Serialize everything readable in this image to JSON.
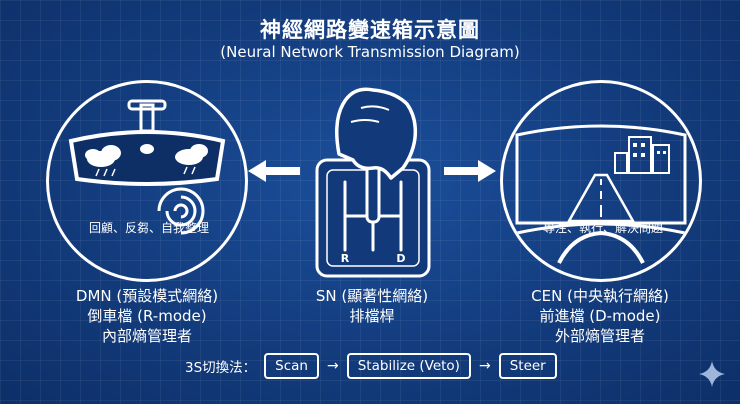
{
  "header": {
    "title": "神經網路變速箱示意圖",
    "subtitle": "(Neural Network Transmission Diagram)"
  },
  "left_panel": {
    "caption": "回顧、反芻、自我整理",
    "name": "DMN (預設模式網絡)",
    "line2": "倒車檔 (R-mode)",
    "line3": "內部熵管理者"
  },
  "center_panel": {
    "gear_r": "R",
    "gear_d": "D",
    "name": "SN (顯著性網絡)",
    "line2": "排檔桿"
  },
  "right_panel": {
    "caption": "專注、執行、解決問題",
    "name": "CEN (中央執行網絡)",
    "line2": "前進檔 (D-mode)",
    "line3": "外部熵管理者"
  },
  "flow": {
    "label": "3S切換法：",
    "steps": [
      "Scan",
      "Stabilize (Veto)",
      "Steer"
    ]
  },
  "icons": {
    "left": "rearview-mirror-icon",
    "center": "gear-shifter-hand-icon",
    "right": "windshield-road-icon",
    "corner": "sparkle-icon"
  },
  "colors": {
    "background": "#123a7a",
    "line": "#ffffff"
  }
}
